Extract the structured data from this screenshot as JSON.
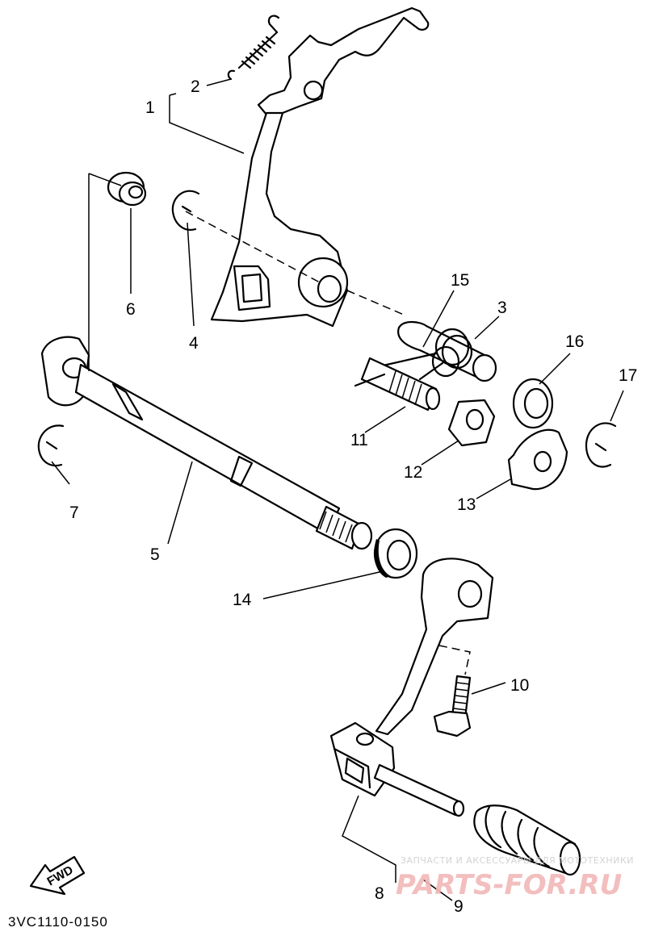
{
  "callouts": [
    {
      "id": "1",
      "label": "1"
    },
    {
      "id": "2",
      "label": "2"
    },
    {
      "id": "3",
      "label": "3"
    },
    {
      "id": "4",
      "label": "4"
    },
    {
      "id": "5",
      "label": "5"
    },
    {
      "id": "6",
      "label": "6"
    },
    {
      "id": "7",
      "label": "7"
    },
    {
      "id": "8",
      "label": "8"
    },
    {
      "id": "9",
      "label": "9"
    },
    {
      "id": "10",
      "label": "10"
    },
    {
      "id": "11",
      "label": "11"
    },
    {
      "id": "12",
      "label": "12"
    },
    {
      "id": "13",
      "label": "13"
    },
    {
      "id": "14",
      "label": "14"
    },
    {
      "id": "15",
      "label": "15"
    },
    {
      "id": "16",
      "label": "16"
    },
    {
      "id": "17",
      "label": "17"
    }
  ],
  "fwd_label": "FWD",
  "diagram_code": "3VC1110-0150",
  "watermark": {
    "caption": "ЗАПЧАСТИ И АКСЕССУАРЫ ДЛЯ МОТОТЕХНИКИ",
    "brand": "PARTS-FOR.RU"
  }
}
